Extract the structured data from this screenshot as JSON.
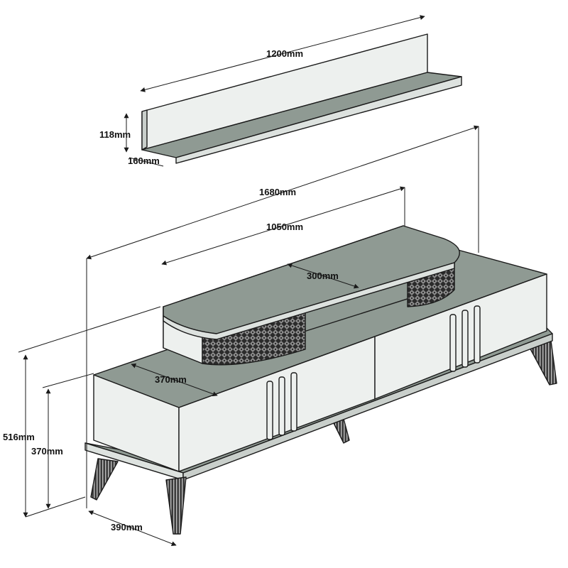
{
  "diagram": {
    "dimensions": {
      "shelf_width": "1200mm",
      "shelf_height": "118mm",
      "shelf_depth": "160mm",
      "unit_width": "1680mm",
      "top_width": "1050mm",
      "top_depth": "300mm",
      "base_depth": "370mm",
      "unit_height": "516mm",
      "base_height": "370mm",
      "leg_depth": "390mm"
    },
    "colors": {
      "top_surface": "#8f9a93",
      "panel_light": "#edf0ee",
      "panel_mid": "#dde2df",
      "panel_dark": "#c9cfcb",
      "outline": "#1a1a1a",
      "accent_dark": "#2b2b2b"
    }
  }
}
